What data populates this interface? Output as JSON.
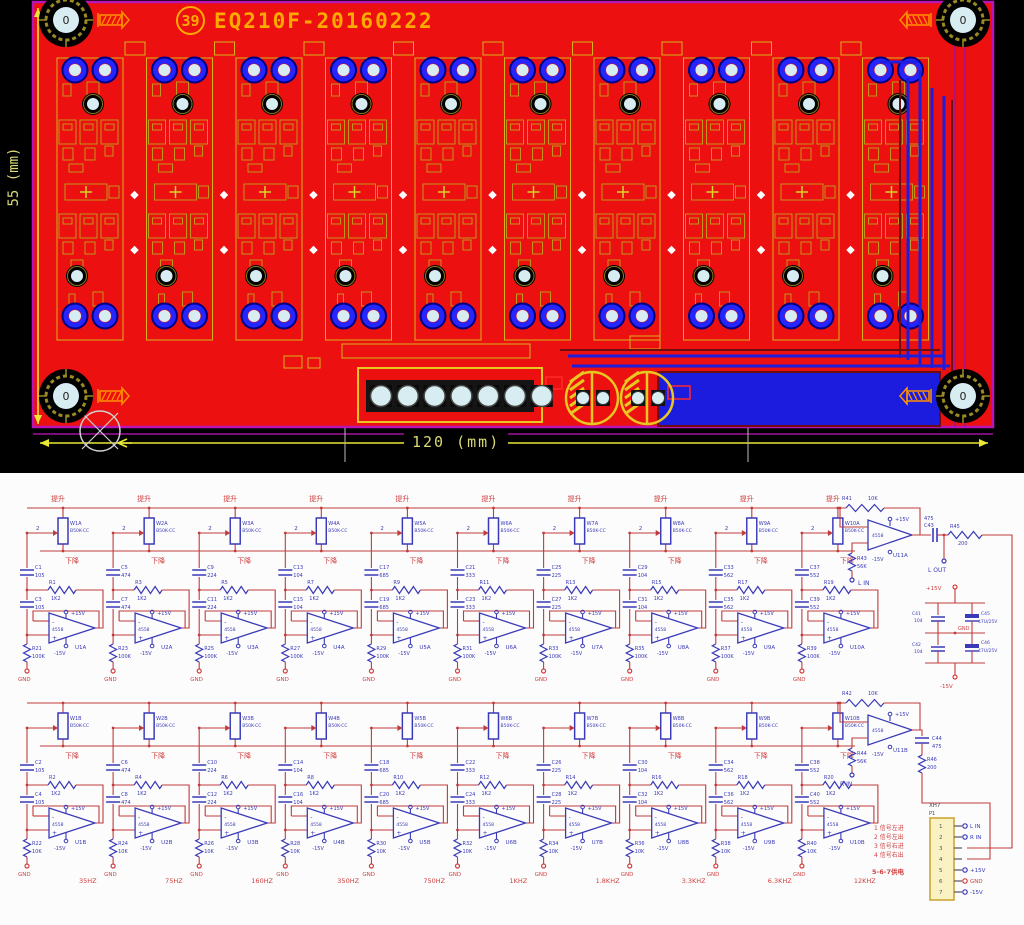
{
  "pcb": {
    "title_number": "39",
    "title": "EQ210F-20160222",
    "dim_height_label": "55 (mm)",
    "dim_width_label": "120 (mm)",
    "hole_label": "0",
    "channel_count": 10,
    "bottom_connector_pins": 7,
    "jack_count": 2,
    "colors": {
      "board": "#ec1010",
      "silk": "#c0951a",
      "silk_bright": "#d6b21a",
      "dim_text": "#d9d977",
      "title": "#ffaa00",
      "border": "#b814b8",
      "copper_blue": "#1d1ddd",
      "maroon": "#6e0d0d",
      "pad_center": "#d7edf2",
      "pad_blue": "#2525ff",
      "screw": "#ff9100",
      "plus_mark": "#d6d62a"
    }
  },
  "schematic": {
    "labels": {
      "boost": "提升",
      "cut": "下降",
      "gnd": "GND",
      "vplus": "+15V",
      "vminus": "-15V",
      "pot_pin": "2",
      "opamp_type": "4558",
      "pot_value": "B50K-CC"
    },
    "frequencies": [
      "35HZ",
      "75HZ",
      "160HZ",
      "350HZ",
      "750HZ",
      "1KHZ",
      "1.8KHZ",
      "3.3KHZ",
      "6.3KHZ",
      "12KHZ"
    ],
    "row_a": {
      "suffix": "A",
      "stages": [
        {
          "pot": "W1A",
          "cap1": "C1",
          "cap2": "C3",
          "cap_value": "105",
          "fb_res": "R1",
          "fb_res_value": "1K2",
          "opamp": "U1A",
          "gnd_res": "R21",
          "gnd_res_value": "100K"
        },
        {
          "pot": "W2A",
          "cap1": "C5",
          "cap2": "C7",
          "cap_value": "474",
          "fb_res": "R3",
          "fb_res_value": "1K2",
          "opamp": "U2A",
          "gnd_res": "R23",
          "gnd_res_value": "100K"
        },
        {
          "pot": "W3A",
          "cap1": "C9",
          "cap2": "C11",
          "cap_value": "224",
          "fb_res": "R5",
          "fb_res_value": "1K2",
          "opamp": "U3A",
          "gnd_res": "R25",
          "gnd_res_value": "100K"
        },
        {
          "pot": "W4A",
          "cap1": "C13",
          "cap2": "C15",
          "cap_value": "104",
          "fb_res": "R7",
          "fb_res_value": "1K2",
          "opamp": "U4A",
          "gnd_res": "R27",
          "gnd_res_value": "100K"
        },
        {
          "pot": "W5A",
          "cap1": "C17",
          "cap2": "C19",
          "cap_value": "685",
          "fb_res": "R9",
          "fb_res_value": "1K2",
          "opamp": "U5A",
          "gnd_res": "R29",
          "gnd_res_value": "100K"
        },
        {
          "pot": "W6A",
          "cap1": "C21",
          "cap2": "C23",
          "cap_value": "333",
          "fb_res": "R11",
          "fb_res_value": "1K2",
          "opamp": "U6A",
          "gnd_res": "R31",
          "gnd_res_value": "100K"
        },
        {
          "pot": "W7A",
          "cap1": "C25",
          "cap2": "C27",
          "cap_value": "225",
          "fb_res": "R13",
          "fb_res_value": "1K2",
          "opamp": "U7A",
          "gnd_res": "R33",
          "gnd_res_value": "100K"
        },
        {
          "pot": "W8A",
          "cap1": "C29",
          "cap2": "C31",
          "cap_value": "104",
          "fb_res": "R15",
          "fb_res_value": "1K2",
          "opamp": "U8A",
          "gnd_res": "R35",
          "gnd_res_value": "100K"
        },
        {
          "pot": "W9A",
          "cap1": "C33",
          "cap2": "C35",
          "cap_value": "562",
          "fb_res": "R17",
          "fb_res_value": "1K2",
          "opamp": "U9A",
          "gnd_res": "R37",
          "gnd_res_value": "100K"
        },
        {
          "pot": "W10A",
          "cap1": "C37",
          "cap2": "C39",
          "cap_value": "552",
          "fb_res": "R19",
          "fb_res_value": "1K2",
          "opamp": "U10A",
          "gnd_res": "R39",
          "gnd_res_value": "100K"
        }
      ]
    },
    "row_b": {
      "suffix": "B",
      "stages": [
        {
          "pot": "W1B",
          "cap1": "C2",
          "cap2": "C4",
          "cap_value": "105",
          "fb_res": "R2",
          "fb_res_value": "1K2",
          "opamp": "U1B",
          "gnd_res": "R22",
          "gnd_res_value": "10K"
        },
        {
          "pot": "W2B",
          "cap1": "C6",
          "cap2": "C8",
          "cap_value": "474",
          "fb_res": "R4",
          "fb_res_value": "1K2",
          "opamp": "U2B",
          "gnd_res": "R24",
          "gnd_res_value": "10K"
        },
        {
          "pot": "W3B",
          "cap1": "C10",
          "cap2": "C12",
          "cap_value": "224",
          "fb_res": "R6",
          "fb_res_value": "1K2",
          "opamp": "U3B",
          "gnd_res": "R26",
          "gnd_res_value": "10K"
        },
        {
          "pot": "W4B",
          "cap1": "C14",
          "cap2": "C16",
          "cap_value": "104",
          "fb_res": "R8",
          "fb_res_value": "1K2",
          "opamp": "U4B",
          "gnd_res": "R28",
          "gnd_res_value": "10K"
        },
        {
          "pot": "W5B",
          "cap1": "C18",
          "cap2": "C20",
          "cap_value": "685",
          "fb_res": "R10",
          "fb_res_value": "1K2",
          "opamp": "U5B",
          "gnd_res": "R30",
          "gnd_res_value": "10K"
        },
        {
          "pot": "W6B",
          "cap1": "C22",
          "cap2": "C24",
          "cap_value": "333",
          "fb_res": "R12",
          "fb_res_value": "1K2",
          "opamp": "U6B",
          "gnd_res": "R32",
          "gnd_res_value": "10K"
        },
        {
          "pot": "W7B",
          "cap1": "C26",
          "cap2": "C28",
          "cap_value": "225",
          "fb_res": "R14",
          "fb_res_value": "1K2",
          "opamp": "U7B",
          "gnd_res": "R34",
          "gnd_res_value": "10K"
        },
        {
          "pot": "W8B",
          "cap1": "C30",
          "cap2": "C32",
          "cap_value": "104",
          "fb_res": "R16",
          "fb_res_value": "1K2",
          "opamp": "U8B",
          "gnd_res": "R36",
          "gnd_res_value": "10K"
        },
        {
          "pot": "W9B",
          "cap1": "C34",
          "cap2": "C36",
          "cap_value": "562",
          "fb_res": "R18",
          "fb_res_value": "1K2",
          "opamp": "U9B",
          "gnd_res": "R38",
          "gnd_res_value": "10K"
        },
        {
          "pot": "W10B",
          "cap1": "C38",
          "cap2": "C40",
          "cap_value": "552",
          "fb_res": "R20",
          "fb_res_value": "1K2",
          "opamp": "U10B",
          "gnd_res": "R40",
          "gnd_res_value": "10K"
        }
      ]
    },
    "output_left": {
      "fb_res": "R41",
      "fb_res_value": "10K",
      "opamp": "U11A",
      "in_res": "R43",
      "in_res_value": "56K",
      "in_label": "L IN",
      "out_cap": "C43",
      "out_cap_value": "475",
      "out_res": "R45",
      "out_res_value": "200",
      "out_label": "L OUT"
    },
    "output_right": {
      "fb_res": "R42",
      "fb_res_value": "10K",
      "opamp": "U11B",
      "in_res": "R44",
      "in_res_value": "56K",
      "in_label": "R IN",
      "out_cap": "C44",
      "out_cap_value": "475",
      "out_res": "R46",
      "out_res_value": "200"
    },
    "power": {
      "vplus": "+15V",
      "vminus": "-15V",
      "gnd": "GND",
      "caps": [
        {
          "name": "C41",
          "value": "104"
        },
        {
          "name": "C45",
          "value": "47U/25V"
        },
        {
          "name": "C42",
          "value": "104"
        },
        {
          "name": "C46",
          "value": "47U/25V"
        }
      ]
    },
    "connector": {
      "name": "XH7",
      "ref": "P1",
      "pins": [
        "1",
        "2",
        "3",
        "4",
        "5",
        "6",
        "7"
      ],
      "pin_labels": [
        "L IN",
        "R IN",
        "",
        "",
        "+15V",
        "GND",
        "-15V"
      ],
      "notes": [
        "1 信号左进",
        "2 信号左出",
        "3 信号右进",
        "4 信号右出"
      ],
      "power_note": "5-6-7供电"
    }
  }
}
